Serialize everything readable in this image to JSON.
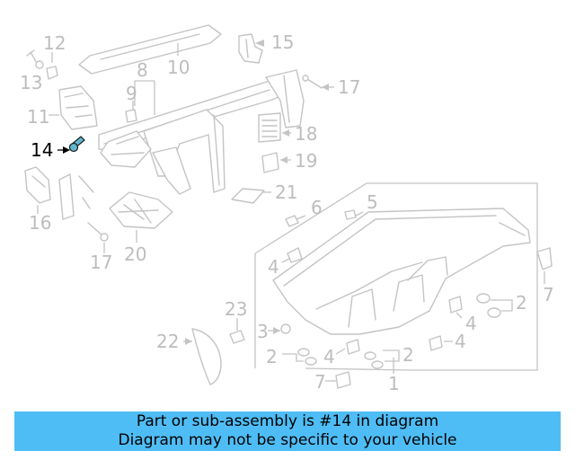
{
  "diagram": {
    "highlighted_callout": "14",
    "highlight_color": "#5fb8cf",
    "callouts": [
      "1",
      "2",
      "2",
      "2",
      "2",
      "3",
      "4",
      "4",
      "4",
      "4",
      "5",
      "6",
      "7",
      "7",
      "8",
      "9",
      "10",
      "11",
      "12",
      "13",
      "14",
      "15",
      "16",
      "17",
      "17",
      "17",
      "18",
      "19",
      "20",
      "21",
      "22",
      "23"
    ]
  },
  "banner": {
    "line1": "Part or sub-assembly is #14 in diagram",
    "line2": "Diagram may not be specific to your vehicle",
    "background": "#4fbdf5"
  }
}
